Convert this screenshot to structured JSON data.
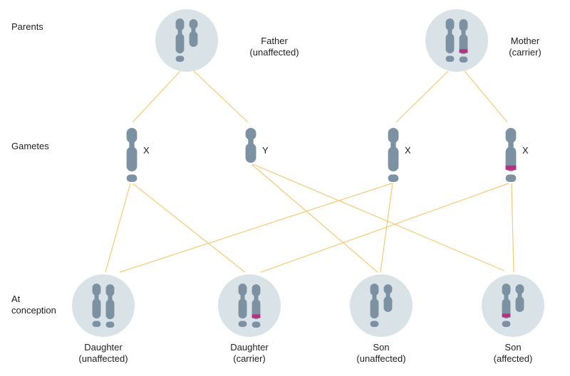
{
  "colors": {
    "line": "#f5ca74",
    "chromosome": "#7c92a3",
    "circle_bg": "#d9e2e7",
    "band": "#b5307f",
    "text": "#1f1f1f"
  },
  "rows": {
    "parents": "Parents",
    "gametes": "Gametes",
    "conception": "At conception"
  },
  "parents": {
    "father": {
      "name": "Father",
      "status": "(unaffected)"
    },
    "mother": {
      "name": "Mother",
      "status": "(carrier)"
    }
  },
  "gametes": [
    {
      "label": "X"
    },
    {
      "label": "Y"
    },
    {
      "label": "X"
    },
    {
      "label": "X"
    }
  ],
  "children": [
    {
      "name": "Daughter",
      "status": "(unaffected)"
    },
    {
      "name": "Daughter",
      "status": "(carrier)"
    },
    {
      "name": "Son",
      "status": "(unaffected)"
    },
    {
      "name": "Son",
      "status": "(affected)"
    }
  ]
}
